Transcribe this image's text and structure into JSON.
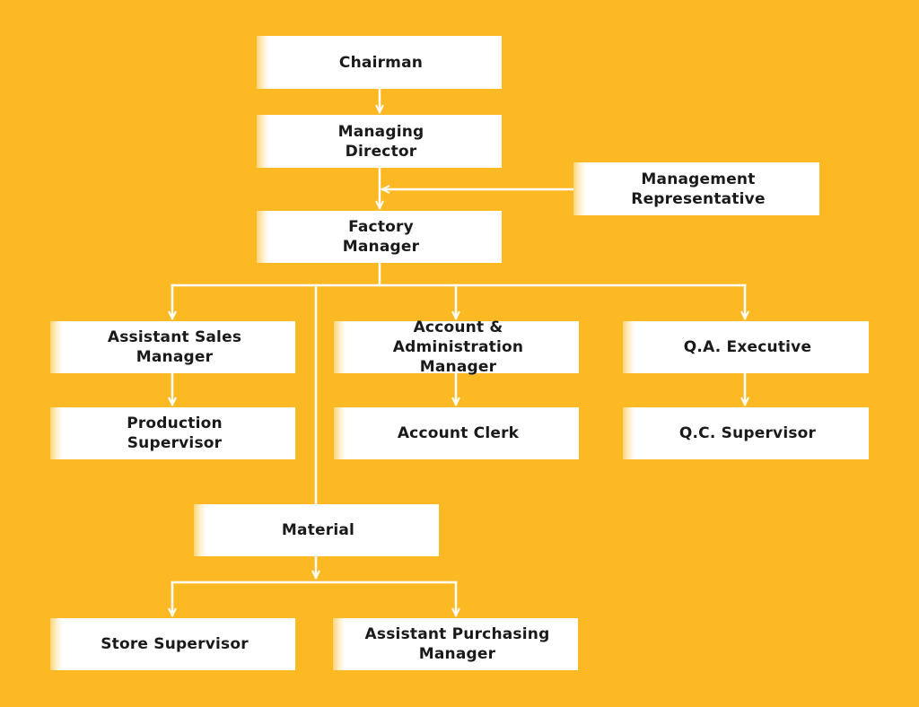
{
  "colors": {
    "background": "#FDB924",
    "box": "#FFFFFF",
    "connector": "#FFFFFF",
    "text": "#1A1A1A"
  },
  "nodes": {
    "chairman": "Chairman",
    "managing_director": "Managing\nDirector",
    "management_representative": "Management\nRepresentative",
    "factory_manager": "Factory\nManager",
    "assistant_sales_manager": "Assistant Sales\nManager",
    "account_admin_manager": "Account &\nAdministration Manager",
    "qa_executive": "Q.A. Executive",
    "production_supervisor": "Production\nSupervisor",
    "account_clerk": "Account Clerk",
    "qc_supervisor": "Q.C. Supervisor",
    "material": "Material",
    "store_supervisor": "Store Supervisor",
    "assistant_purchasing_manager": "Assistant Purchasing\nManager"
  },
  "edges": [
    [
      "chairman",
      "managing_director"
    ],
    [
      "managing_director",
      "factory_manager"
    ],
    [
      "management_representative",
      "managing_director-factory_manager"
    ],
    [
      "factory_manager",
      "assistant_sales_manager"
    ],
    [
      "factory_manager",
      "account_admin_manager"
    ],
    [
      "factory_manager",
      "qa_executive"
    ],
    [
      "factory_manager",
      "material"
    ],
    [
      "assistant_sales_manager",
      "production_supervisor"
    ],
    [
      "account_admin_manager",
      "account_clerk"
    ],
    [
      "qa_executive",
      "qc_supervisor"
    ],
    [
      "material",
      "store_supervisor"
    ],
    [
      "material",
      "assistant_purchasing_manager"
    ]
  ]
}
